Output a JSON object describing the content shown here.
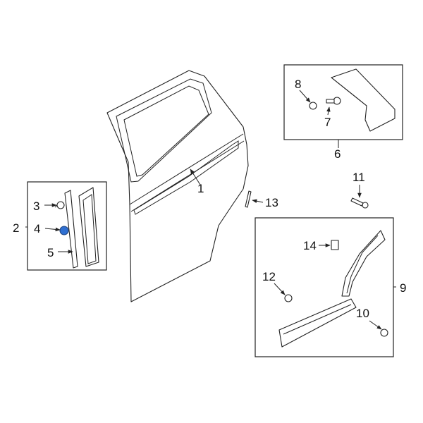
{
  "callouts": [
    "1",
    "2",
    "3",
    "4",
    "5",
    "6",
    "7",
    "8",
    "9",
    "10",
    "11",
    "12",
    "13",
    "14"
  ],
  "colors": {
    "line": "#222222",
    "highlight": "#2f6fd1",
    "background": "#ffffff"
  }
}
